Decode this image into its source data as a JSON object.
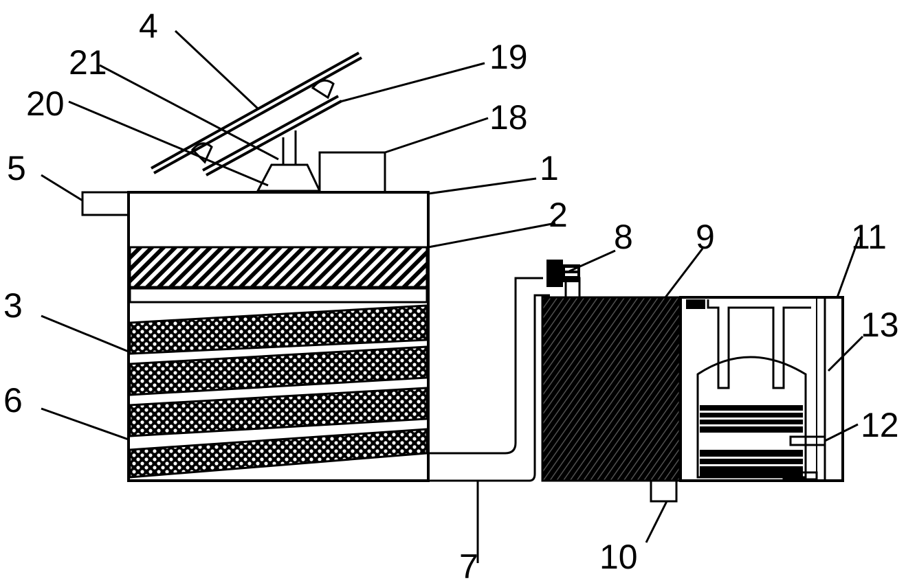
{
  "diagram": {
    "labels": {
      "l1": "1",
      "l2": "2",
      "l3": "3",
      "l4": "4",
      "l5": "5",
      "l6": "6",
      "l7": "7",
      "l8": "8",
      "l9": "9",
      "l10": "10",
      "l11": "11",
      "l12": "12",
      "l13": "13",
      "l18": "18",
      "l19": "19",
      "l20": "20",
      "l21": "21"
    },
    "colors": {
      "ink": "#000000",
      "paper": "#ffffff"
    }
  }
}
